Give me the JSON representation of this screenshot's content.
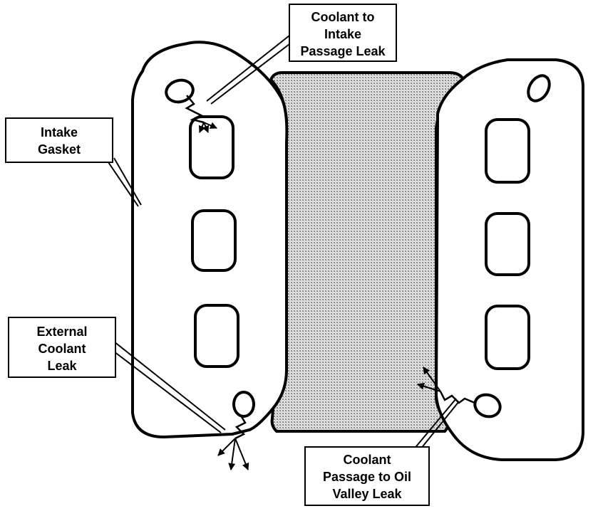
{
  "labels": {
    "coolant_to_intake": {
      "lines": [
        "Coolant to",
        "Intake",
        "Passage Leak"
      ]
    },
    "intake_gasket": {
      "lines": [
        "Intake",
        "Gasket"
      ]
    },
    "external_coolant": {
      "lines": [
        "External",
        "Coolant",
        "Leak"
      ]
    },
    "coolant_to_oil_valley": {
      "lines": [
        "Coolant",
        "Passage to Oil",
        "Valley Leak"
      ]
    }
  },
  "colors": {
    "outline": "#000000",
    "gasket_fill": "#ffffff",
    "valley_fill": "#c8c8c8"
  }
}
